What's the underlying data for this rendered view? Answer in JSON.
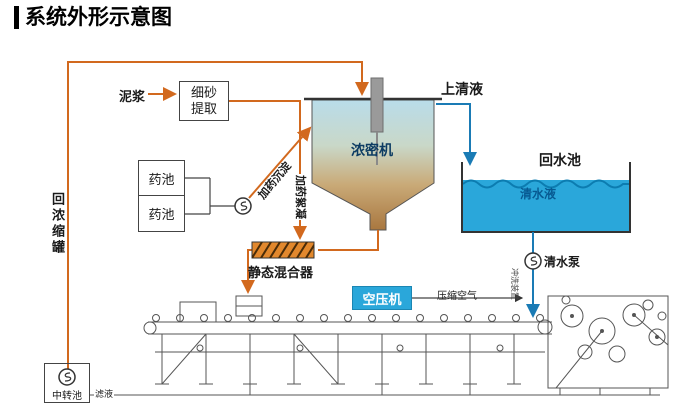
{
  "title": "系统外形示意图",
  "colors": {
    "slurry_line": "#d2691e",
    "water_fill": "#2aa7da",
    "water_line": "#1a7bb5",
    "thickener_top": "#b9dcea",
    "thickener_bottom": "#a9773f",
    "machine_line": "#555555"
  },
  "labels": {
    "mud": "泥浆",
    "sand_extraction": "细砂提取",
    "supernatant": "上清液",
    "thickener": "浓密机",
    "return_water_pool": "回水池",
    "clear_water": "清水液",
    "clear_water_pump": "清水泵",
    "chem_pool_1": "药池",
    "chem_pool_2": "药池",
    "dosing_sedimentation": "加药沉淀",
    "dosing_flocculation": "加药絮凝",
    "static_mixer": "静态混合器",
    "air_compressor": "空压机",
    "compressed_air": "压缩空气",
    "flush_device": "冲洗装置",
    "return_concentrate_tank": "回浓缩罐",
    "transfer_pool": "中转池",
    "filtrate": "滤液"
  }
}
